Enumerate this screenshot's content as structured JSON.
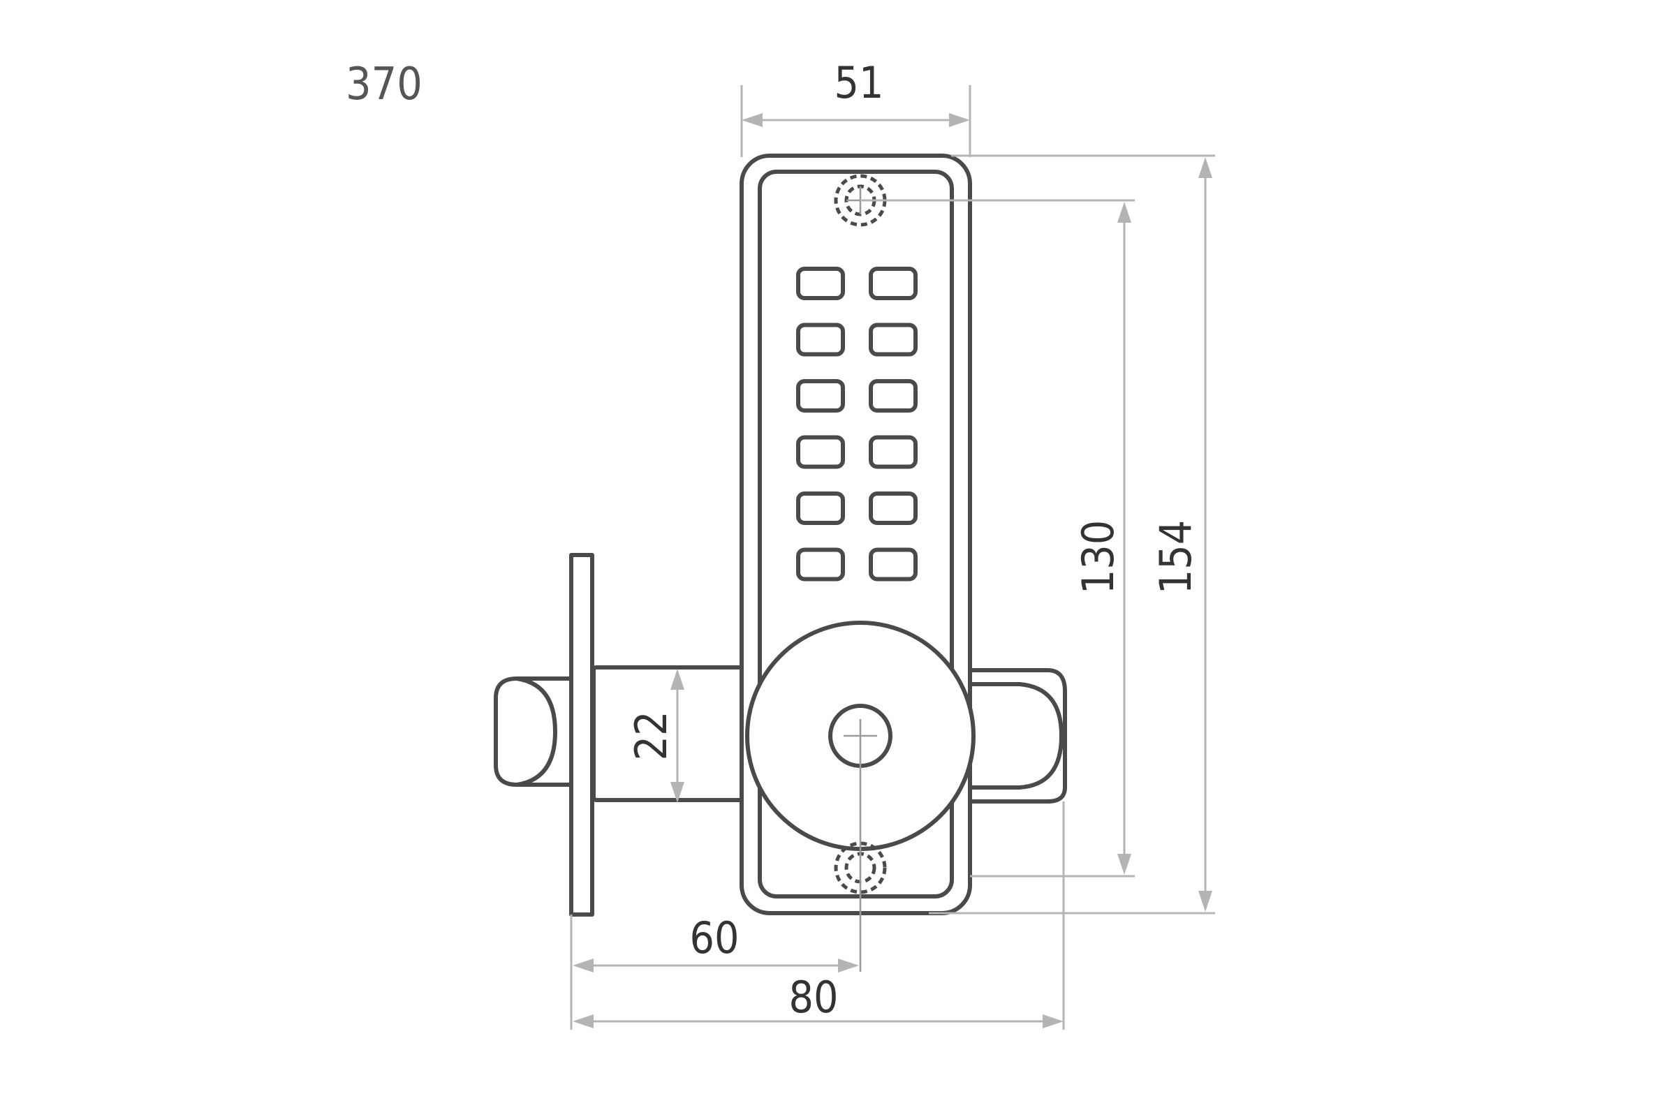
{
  "model_number": "370",
  "dimensions": {
    "faceplate_width": "51",
    "screw_spacing": "130",
    "overall_height": "154",
    "spindle_diameter": "22",
    "backset": "60",
    "overall_depth": "80"
  },
  "keypad": {
    "columns": 2,
    "rows": 6
  },
  "colors": {
    "outline": "#4a4a4a",
    "dimension_lines": "#b4b4b4",
    "text": "#333333"
  }
}
